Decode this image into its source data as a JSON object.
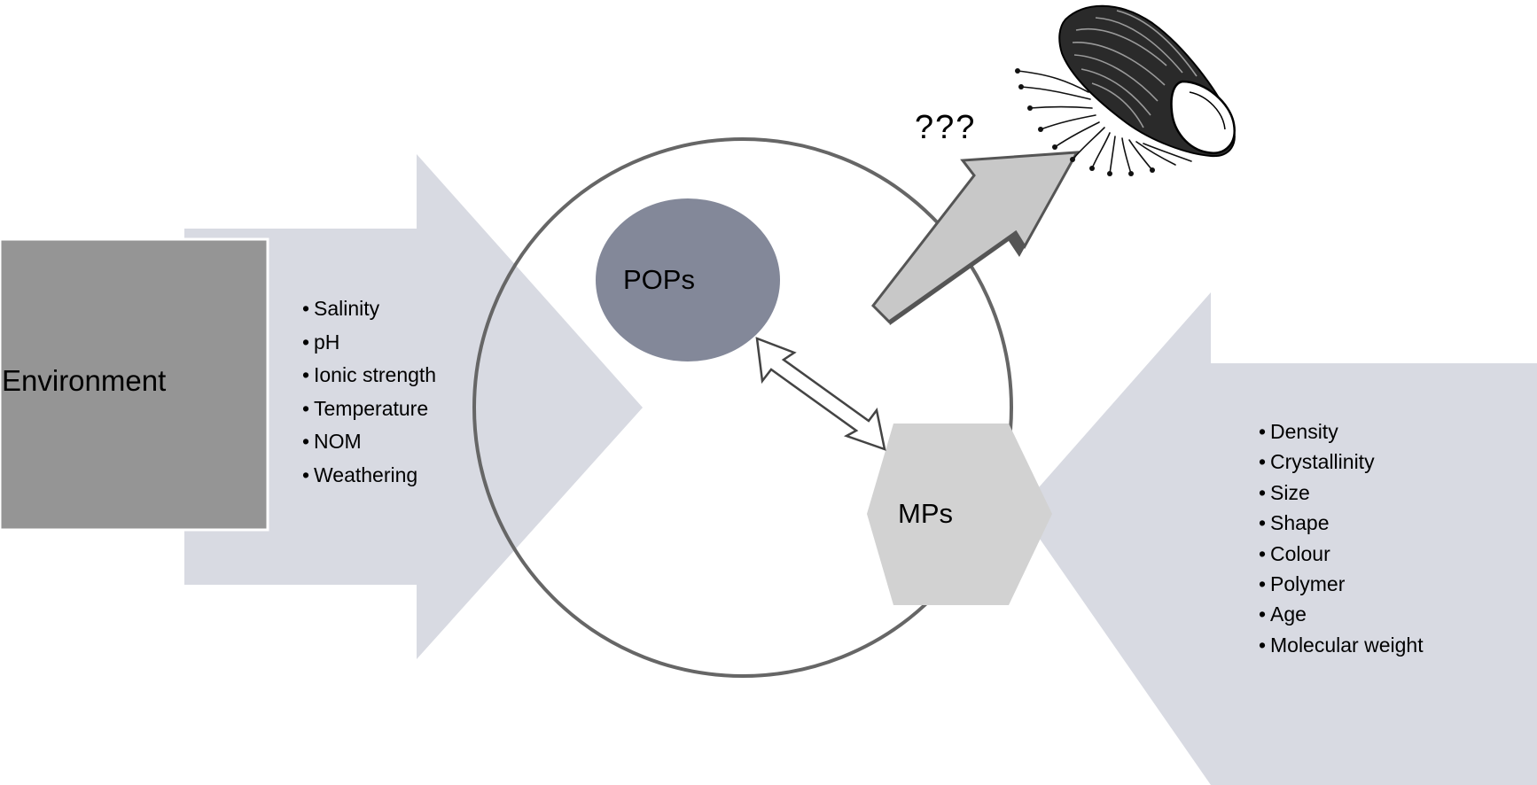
{
  "environment": {
    "label": "Environment",
    "factors": [
      "Salinity",
      "pH",
      "Ionic strength",
      "Temperature",
      "NOM",
      "Weathering"
    ]
  },
  "microplastics": {
    "factors": [
      "Density",
      "Crystallinity",
      "Size",
      "Shape",
      "Colour",
      "Polymer",
      "Age",
      "Molecular weight"
    ]
  },
  "nodes": {
    "pops": "POPs",
    "mps": "MPs"
  },
  "uptake": {
    "label": "???",
    "organism_icon": "mussel-icon"
  },
  "colors": {
    "arrow_fill": "#d8dae2",
    "environment_box": "#959595",
    "pops_fill": "#838899",
    "mps_fill": "#d2d2d2",
    "circle_stroke": "#666666",
    "uptake_arrow": "#c8c8c8",
    "uptake_arrow_edge": "#555555"
  }
}
